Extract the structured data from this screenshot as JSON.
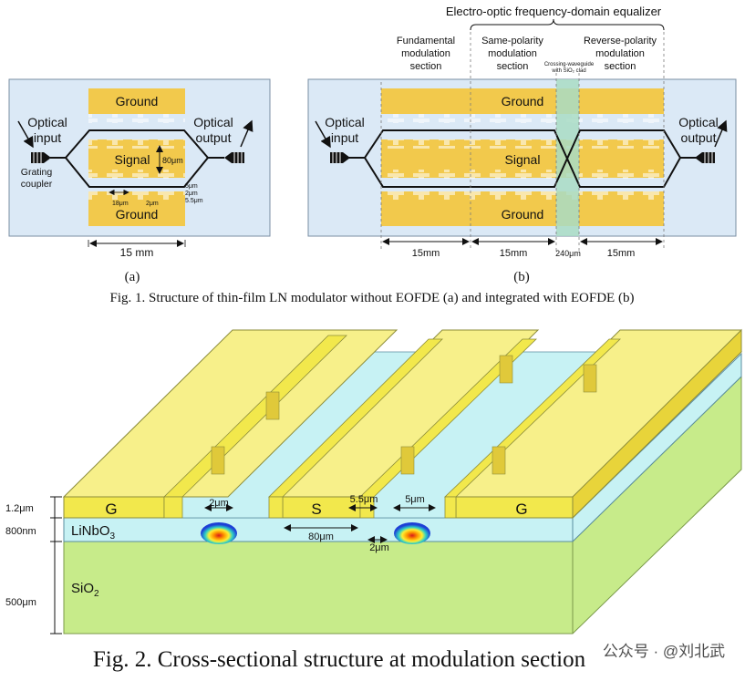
{
  "fig1": {
    "panel_a": {
      "ground_top": "Ground",
      "signal": "Signal",
      "ground_bottom": "Ground",
      "optical_input": [
        "Optical",
        "input"
      ],
      "optical_output": [
        "Optical",
        "output"
      ],
      "grating_coupler": [
        "Grating",
        "coupler"
      ],
      "dim_80um": "80μm",
      "dim_5um": "5μm",
      "dim_2um_right": "2μm",
      "dim_5_5um": "5.5μm",
      "dim_18um": "18μm",
      "dim_2um": "2μm",
      "length": "15 mm",
      "tag": "(a)"
    },
    "panel_b": {
      "equalizer_title": "Electro-optic frequency-domain equalizer",
      "fundamental": [
        "Fundamental",
        "modulation",
        "section"
      ],
      "same_polarity": [
        "Same-polarity",
        "modulation",
        "section"
      ],
      "reverse_polarity": [
        "Reverse-polarity",
        "modulation",
        "section"
      ],
      "crossing": [
        "Crossing-waveguide",
        "with SiO₂ clad"
      ],
      "ground_top": "Ground",
      "signal": "Signal",
      "ground_bottom": "Ground",
      "optical_input": [
        "Optical",
        "input"
      ],
      "optical_output": [
        "Optical",
        "output"
      ],
      "len1": "15mm",
      "len2": "15mm",
      "len3": "240μm",
      "len4": "15mm",
      "tag": "(b)"
    },
    "caption": "Fig. 1. Structure of thin-film LN modulator without EOFDE (a) and integrated with EOFDE (b)"
  },
  "fig2": {
    "G_left": "G",
    "S": "S",
    "G_right": "G",
    "linbo3": "LiNbO",
    "linbo3_sub": "3",
    "sio2": "SiO",
    "sio2_sub": "2",
    "t_metal": "1.2μm",
    "t_ln": "800nm",
    "t_sio2": "500μm",
    "gap_2um_top": "2μm",
    "gap_80um": "80μm",
    "gap_5_5um": "5.5μm",
    "gap_5um": "5μm",
    "gap_2um_bottom": "2μm",
    "caption": "Fig. 2. Cross-sectional structure at modulation section",
    "watermark": "公众号 · @刘北武"
  },
  "colors": {
    "electrode": "#f2c94c",
    "electrode_dark": "#e0a92a",
    "chip": "#dbe9f6",
    "linbo3": "#c7f2f4",
    "sio2": "#c7eb8a",
    "crossing": "#a9dcc4"
  }
}
